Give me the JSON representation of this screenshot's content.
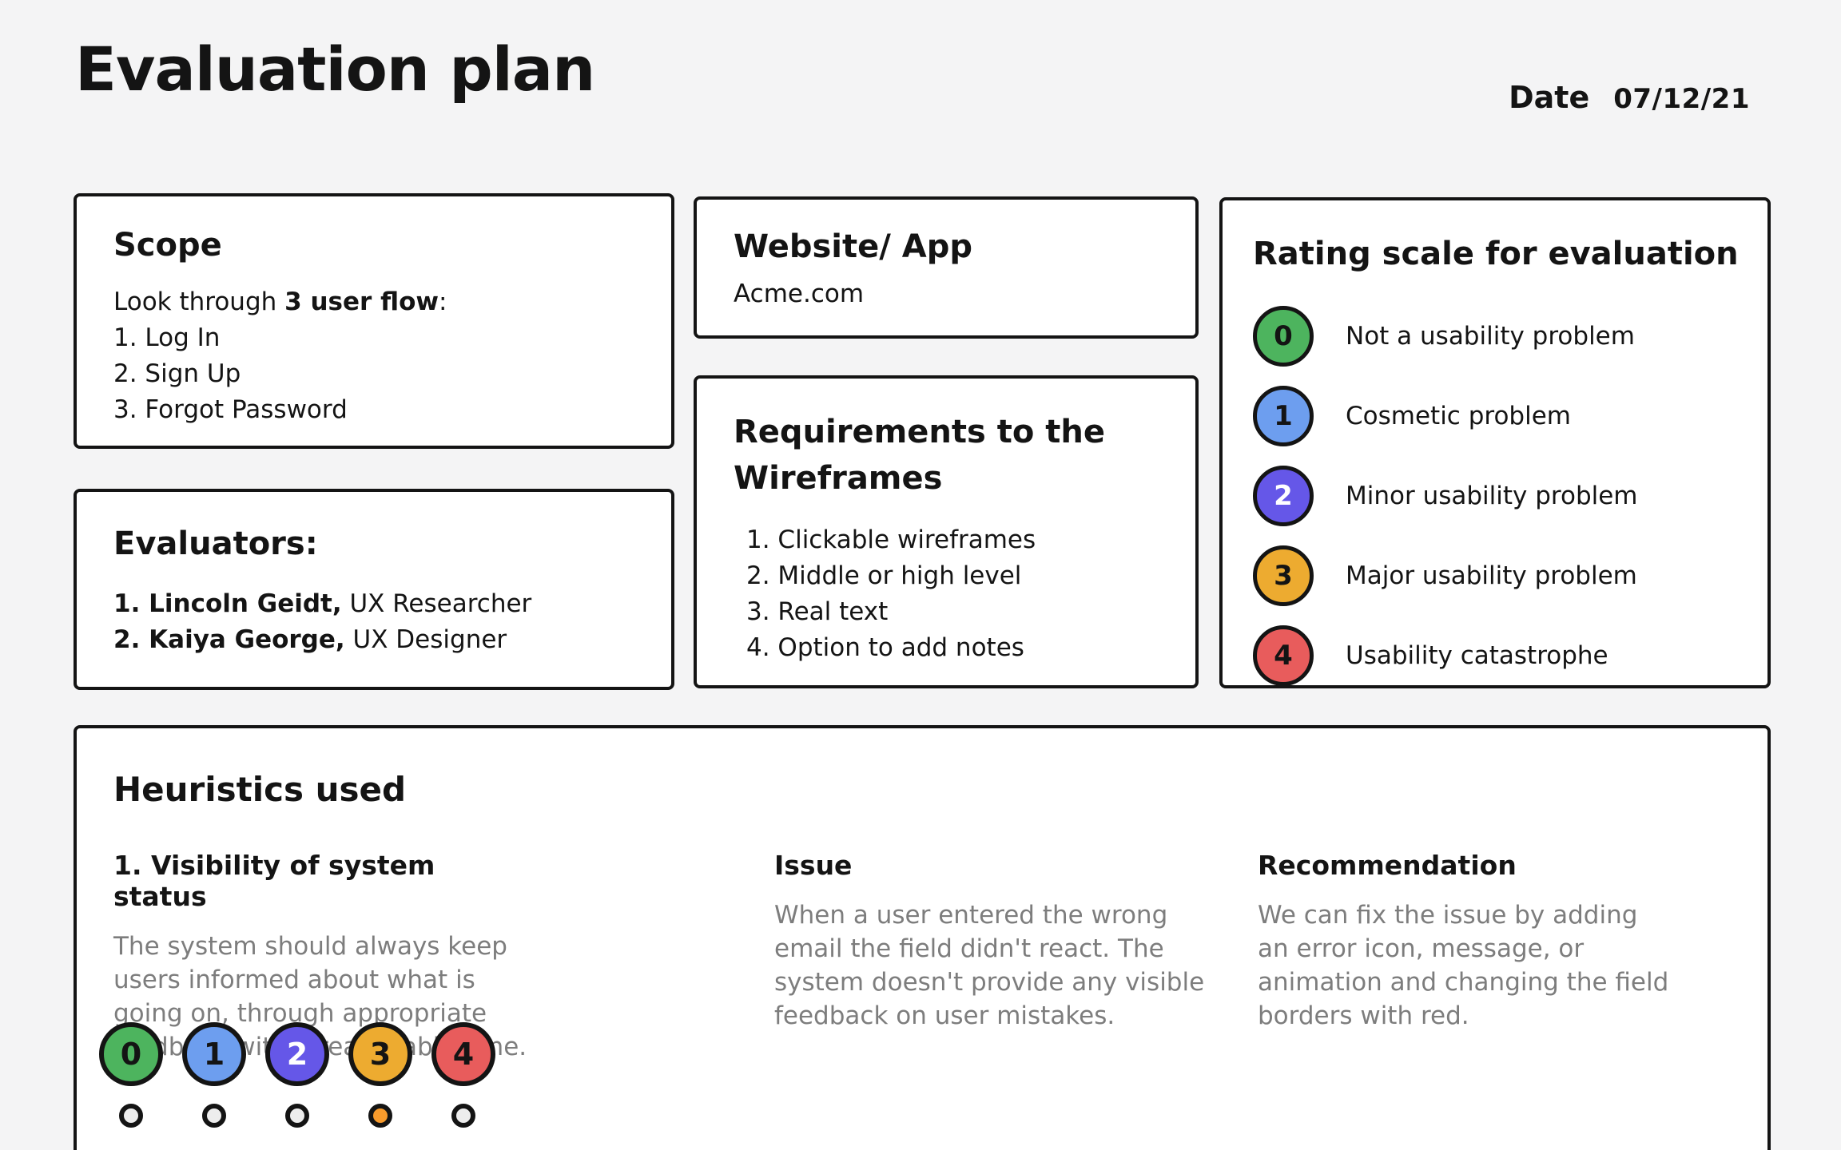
{
  "page": {
    "title": "Evaluation plan",
    "date_label": "Date",
    "date_value": "07/12/21"
  },
  "scope": {
    "title": "Scope",
    "intro_regular": "Look through ",
    "intro_bold": "3 user flow",
    "intro_suffix": ":",
    "items": [
      "1. Log In",
      "2. Sign Up",
      "3. Forgot Password"
    ]
  },
  "evaluators": {
    "title": "Evaluators:",
    "items": [
      {
        "bold": "1. Lincoln Geidt,",
        "regular": " UX Researcher"
      },
      {
        "bold": "2. Kaiya George,",
        "regular": " UX Designer"
      }
    ]
  },
  "website": {
    "title": "Website/ App",
    "value": "Acme.com"
  },
  "requirements": {
    "title": "Requirements to the Wireframes",
    "items": [
      "1. Clickable wireframes",
      "2. Middle or high level",
      "3. Real text",
      "4. Option to add notes"
    ]
  },
  "rating_scale": {
    "title": "Rating scale for evaluation",
    "items": [
      {
        "value": "0",
        "label": "Not a usability problem",
        "color": "#4db45e",
        "number_color": "#141414"
      },
      {
        "value": "1",
        "label": "Cosmetic problem",
        "color": "#6d9eef",
        "number_color": "#141414"
      },
      {
        "value": "2",
        "label": "Minor usability problem",
        "color": "#6557e8",
        "number_color": "#ffffff"
      },
      {
        "value": "3",
        "label": "Major usability problem",
        "color": "#edab30",
        "number_color": "#141414"
      },
      {
        "value": "4",
        "label": "Usability catastrophe",
        "color": "#e85c5c",
        "number_color": "#141414"
      }
    ]
  },
  "heuristics": {
    "title": "Heuristics used",
    "columns": {
      "heuristic": {
        "heading": "1. Visibility of system status",
        "body": "The system should always keep users informed about what is going on, through appropriate feedback within reasonable time."
      },
      "issue": {
        "heading": "Issue",
        "body": "When a user entered the wrong email the field didn't react. The system doesn't provide any visible feedback on user mistakes."
      },
      "recommendation": {
        "heading": "Recommendation",
        "body": "We can fix the issue by adding an error icon, message, or animation and changing the field borders with red."
      }
    },
    "rating": {
      "selected_value": "3",
      "options": [
        {
          "value": "0",
          "color": "#4db45e",
          "number_color": "#141414",
          "radio_fill": "#ededed",
          "selected": false
        },
        {
          "value": "1",
          "color": "#6d9eef",
          "number_color": "#141414",
          "radio_fill": "#ededed",
          "selected": false
        },
        {
          "value": "2",
          "color": "#6557e8",
          "number_color": "#ffffff",
          "radio_fill": "#ededed",
          "selected": false
        },
        {
          "value": "3",
          "color": "#edab30",
          "number_color": "#141414",
          "radio_fill": "#f89b2c",
          "selected": true
        },
        {
          "value": "4",
          "color": "#e85c5c",
          "number_color": "#141414",
          "radio_fill": "#ededed",
          "selected": false
        }
      ]
    }
  }
}
